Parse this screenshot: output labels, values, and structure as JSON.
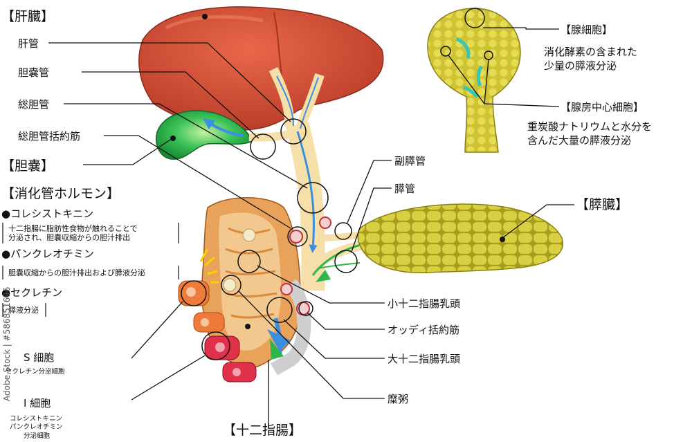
{
  "organs": {
    "liver": "【肝臓】",
    "gallbladder": "【胆嚢】",
    "pancreas": "【膵臓】",
    "duodenum": "【十二指腸】"
  },
  "ducts": {
    "hepatic_duct": "肝管",
    "cystic_duct": "胆嚢管",
    "common_bile_duct": "総胆管",
    "cbd_sphincter": "総胆管括約筋",
    "accessory_pancreatic_duct": "副膵管",
    "pancreatic_duct": "膵管",
    "minor_papilla": "小十二指腸乳頭",
    "oddi_sphincter": "オッディ括約筋",
    "major_papilla": "大十二指腸乳頭",
    "chyme": "糜粥"
  },
  "acinus": {
    "acinar_cell": "【腺細胞】",
    "acinar_desc": [
      "消化酵素の含まれた",
      "少量の膵液分泌"
    ],
    "centroacinar_cell": "【腺房中心細胞】",
    "centroacinar_desc": [
      "重炭酸ナトリウムと水分を",
      "含んだ大量の膵液分泌"
    ]
  },
  "hormones": {
    "heading": "【消化管ホルモン】",
    "items": [
      {
        "name": "●コレシストキニン",
        "desc": [
          "十二指腸に脂肪性食物が触れることで",
          "分泌され、胆嚢収縮からの胆汁排出"
        ]
      },
      {
        "name": "●パンクレオチミン",
        "desc": [
          "胆嚢収縮からの胆汁排出および膵液分泌"
        ]
      },
      {
        "name": "●セクレチン",
        "desc": [
          "膵液分泌"
        ]
      }
    ]
  },
  "cells": {
    "s_cell": "S 細胞",
    "s_cell_desc": [
      "セクレチン分泌細胞"
    ],
    "i_cell": "I 細胞",
    "i_cell_desc": [
      "コレシストキニン",
      "パンクレオチミン",
      "分泌細胞"
    ]
  },
  "watermark": {
    "text": "Adobe Stock | #586851696"
  },
  "colors": {
    "liver": "#d9543a",
    "gallbladder": "#2fb54a",
    "pancreas": "#cfc53a",
    "duct": "#f6dfa9",
    "flow": "#3a8fe0",
    "s_cell": "#ef7b3a",
    "i_cell": "#e0304a"
  }
}
